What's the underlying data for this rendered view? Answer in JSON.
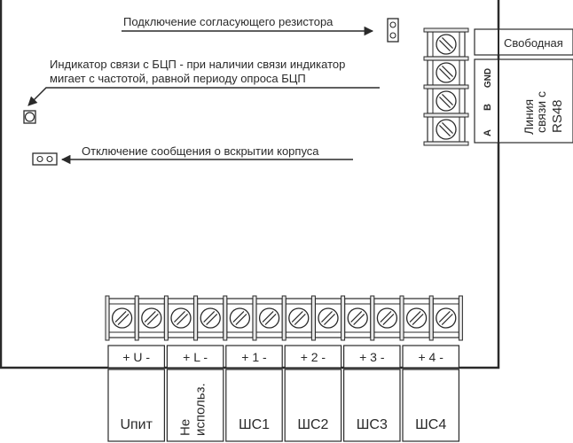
{
  "annotations": {
    "resistor": "Подключение согласующего резистора",
    "indicator_line1": "Индикатор связи с БЦП - при наличии связи индикатор",
    "indicator_line2": "мигает с частотой, равной периоду опроса БЦП",
    "tamper": "Отключение сообщения о вскрытии корпуса"
  },
  "right_block": {
    "free_label": "Свободная",
    "pins": [
      "GND",
      "B",
      "A"
    ],
    "line_label": [
      "Линия",
      "связи с",
      "RS48"
    ]
  },
  "bottom_block": {
    "pairs": [
      {
        "sign": "+ U -",
        "name": "Uпит"
      },
      {
        "sign": "+ L -",
        "name_lines": [
          "Не",
          "использ."
        ]
      },
      {
        "sign": "+ 1 -",
        "name": "ШС1"
      },
      {
        "sign": "+ 2 -",
        "name": "ШС2"
      },
      {
        "sign": "+ 3 -",
        "name": "ШС3"
      },
      {
        "sign": "+ 4 -",
        "name": "ШС4"
      }
    ]
  },
  "colors": {
    "line": "#2a2a2a",
    "bg": "#ffffff",
    "terminal_fill": "#e8e8e8"
  }
}
